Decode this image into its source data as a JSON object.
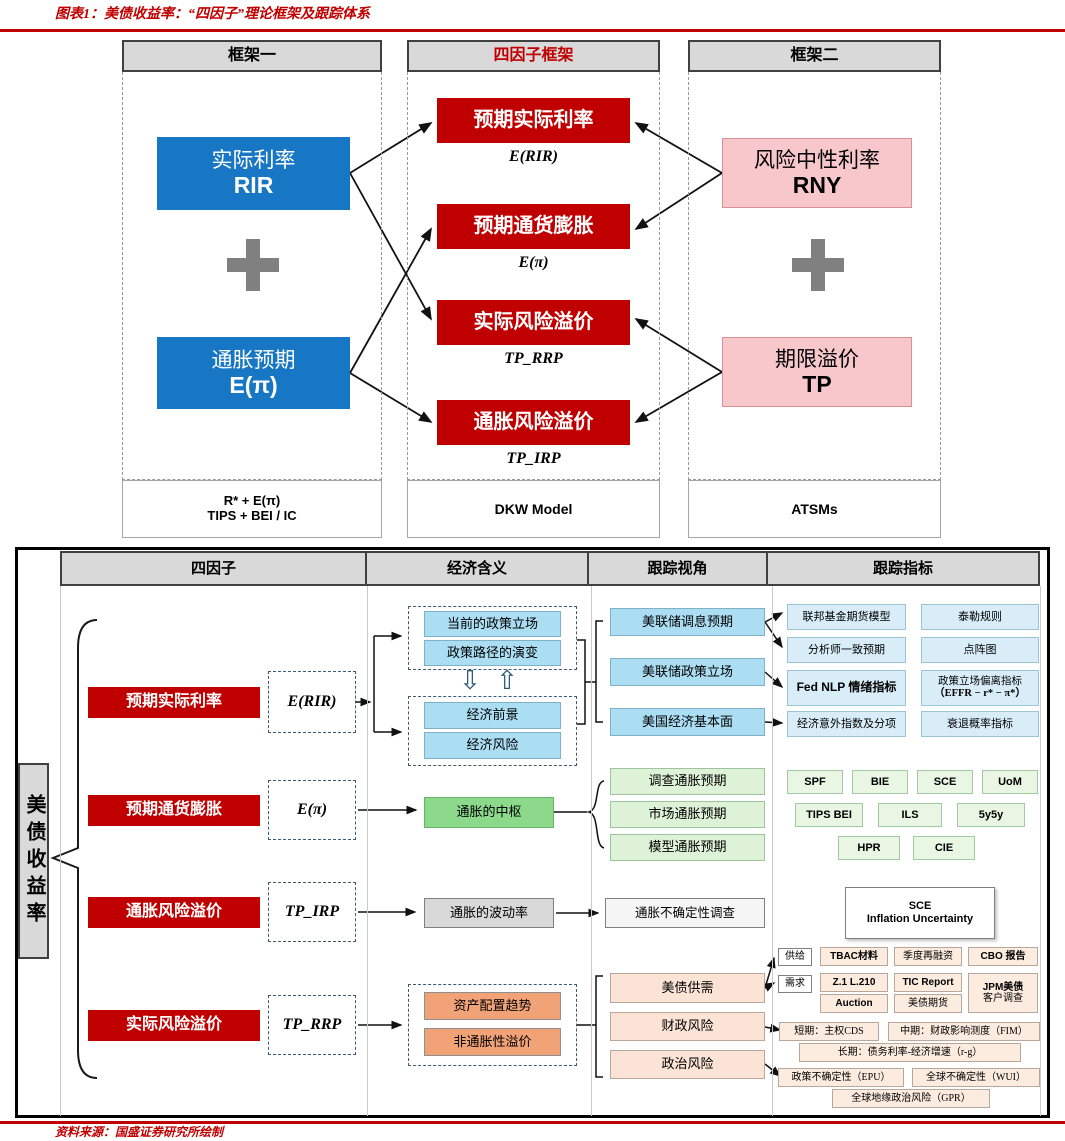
{
  "title": "图表1：美债收益率：“四因子”理论框架及跟踪体系",
  "source": "资料来源：国盛证券研究所绘制",
  "colors": {
    "accent_red": "#C00000",
    "factor_blue": "#1777C4",
    "neutral_pink": "#F8C7CB",
    "header_gray": "#D9D9D9",
    "track_blue": "#ABDEF3",
    "indicator_blue": "#D8EDF8",
    "core_green": "#8CD98C",
    "track_green": "#DEF2D8",
    "premium_orange": "#F2A277",
    "view_peach": "#FBE3D5"
  },
  "icons": {
    "plus": "plus-icon",
    "down_arrow": "⇩",
    "up_arrow": "⇧"
  },
  "top": {
    "frame1": {
      "header": "框架一",
      "rir_cn": "实际利率",
      "rir_en": "RIR",
      "epi_cn": "通胀预期",
      "epi_en": "E(π)",
      "footer1": "R* + E(π)",
      "footer2": "TIPS + BEI / IC"
    },
    "frame4": {
      "header": "四因子框架",
      "f1": "预期实际利率",
      "f1s": "E(RIR)",
      "f2": "预期通货膨胀",
      "f2s": "E(π)",
      "f3": "实际风险溢价",
      "f3s": "TP_RRP",
      "f4": "通胀风险溢价",
      "f4s": "TP_IRP",
      "footer": "DKW Model"
    },
    "frame2": {
      "header": "框架二",
      "rny_cn": "风险中性利率",
      "rny_en": "RNY",
      "tp_cn": "期限溢价",
      "tp_en": "TP",
      "footer": "ATSMs"
    }
  },
  "bottom": {
    "side_label": "美债收益率",
    "headers": [
      "四因子",
      "经济含义",
      "跟踪视角",
      "跟踪指标"
    ],
    "r1": {
      "factor": "预期实际利率",
      "math": "E(RIR)",
      "g1a": "当前的政策立场",
      "g1b": "政策路径的演变",
      "g2a": "经济前景",
      "g2b": "经济风险",
      "v1": "美联储调息预期",
      "v2": "美联储政策立场",
      "v3": "美国经济基本面",
      "i1a": "联邦基金期货模型",
      "i1b": "泰勒规则",
      "i2a": "分析师一致预期",
      "i2b": "点阵图",
      "i3a": "Fed NLP 情绪指标",
      "i3b1": "政策立场偏离指标",
      "i3b2": "（EFFR − r* − π*）",
      "i4a": "经济意外指数及分项",
      "i4b": "衰退概率指标"
    },
    "r2": {
      "factor": "预期通货膨胀",
      "math": "E(π)",
      "econ": "通胀的中枢",
      "v1": "调查通胀预期",
      "v2": "市场通胀预期",
      "v3": "模型通胀预期",
      "i": [
        "SPF",
        "BIE",
        "SCE",
        "UoM",
        "TIPS BEI",
        "ILS",
        "5y5y",
        "HPR",
        "CIE"
      ]
    },
    "r3": {
      "factor": "通胀风险溢价",
      "math": "TP_IRP",
      "econ": "通胀的波动率",
      "view": "通胀不确定性调查",
      "i1": "SCE",
      "i2": "Inflation Uncertainty"
    },
    "r4": {
      "factor": "实际风险溢价",
      "math": "TP_RRP",
      "g1": "资产配置趋势",
      "g2": "非通胀性溢价",
      "v1": "美债供需",
      "v2": "财政风险",
      "v3": "政治风险",
      "supply_label": "供给",
      "demand_label": "需求",
      "s1": "TBAC材料",
      "s2": "季度再融资",
      "s3": "CBO 报告",
      "d1": "Z.1  L.210",
      "d2": "TIC Report",
      "d3a": "JPM美债",
      "d3b": "客户调查",
      "d4": "Auction",
      "d5": "美债期货",
      "f1": "短期：主权CDS",
      "f2": "中期：财政影响测度（FIM）",
      "f3": "长期：债务利率-经济增速（r-g）",
      "p1": "政策不确定性（EPU）",
      "p2": "全球不确定性（WUI）",
      "p3": "全球地缘政治风险（GPR）"
    }
  }
}
